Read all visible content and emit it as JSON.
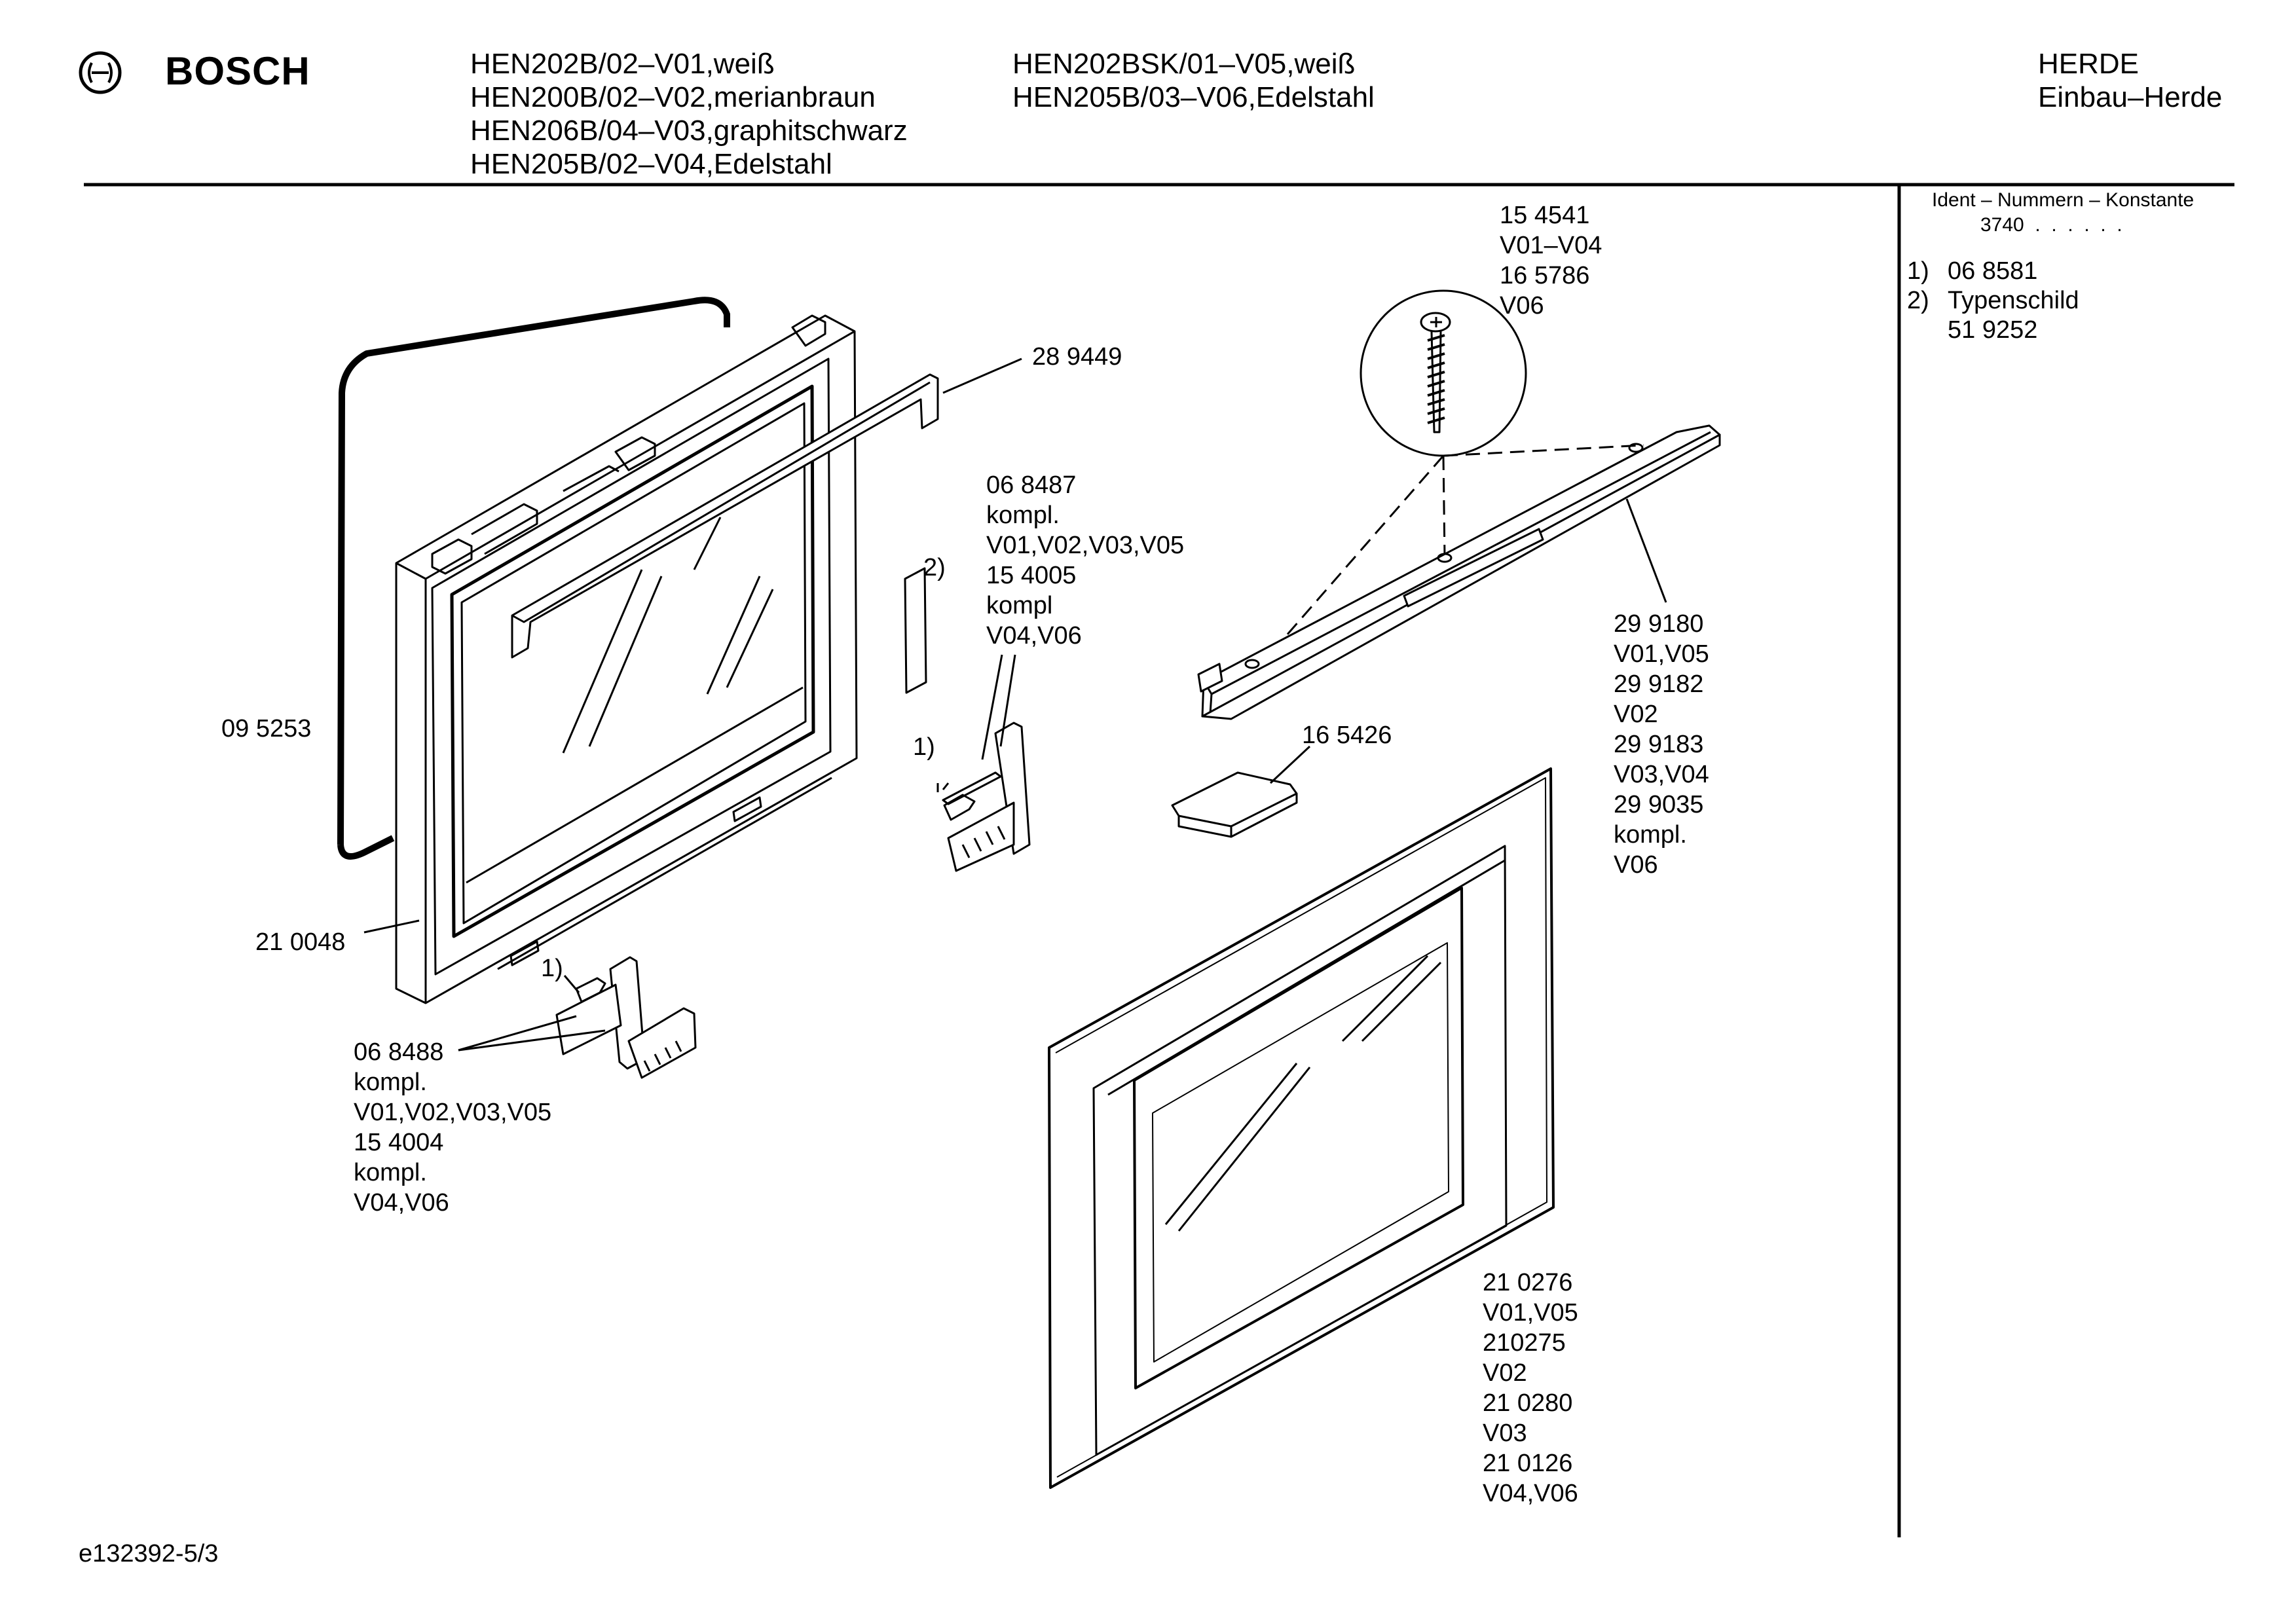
{
  "header": {
    "brand": "BOSCH",
    "models_left": [
      "HEN202B/02–V01,weiß",
      "HEN200B/02–V02,merianbraun",
      "HEN206B/04–V03,graphitschwarz",
      "HEN205B/02–V04,Edelstahl"
    ],
    "models_right": [
      "HEN202BSK/01–V05,weiß",
      "HEN205B/03–V06,Edelstahl"
    ],
    "category": [
      "HERDE",
      "Einbau–Herde"
    ]
  },
  "sidebar": {
    "ident_title": "Ident – Nummern – Konstante",
    "ident_value": "3740  .  .  .  .  .  .",
    "notes": [
      {
        "num": "1)",
        "text": "06 8581"
      },
      {
        "num": "2)",
        "text": "Typenschild"
      },
      {
        "num": "",
        "text": "51 9252"
      }
    ]
  },
  "labels": {
    "screw": [
      "15 4541",
      "V01–V04",
      "16 5786",
      "V06"
    ],
    "bar_289449": "28 9449",
    "hinge_right": [
      "06 8487",
      "kompl.",
      "V01,V02,V03,V05",
      "15 4005",
      "kompl",
      "V04,V06"
    ],
    "note_2": "2)",
    "note_1_right": "1)",
    "note_1_left": "1)",
    "seal": "09 5253",
    "frame": "21 0048",
    "handle": [
      "29 9180",
      "V01,V05",
      "29 9182",
      "V02",
      "29 9183",
      "V03,V04",
      "29 9035",
      "kompl.",
      "V06"
    ],
    "cap": "16 5426",
    "hinge_left": [
      "06 8488",
      "kompl.",
      "V01,V02,V03,V05",
      "15 4004",
      "kompl.",
      "V04,V06"
    ],
    "outer_glass": [
      "21 0276",
      "V01,V05",
      "210275",
      "V02",
      "21 0280",
      "V03",
      "21 0126",
      "V04,V06"
    ]
  },
  "footer": {
    "drawing_id": "e132392-5/3"
  }
}
